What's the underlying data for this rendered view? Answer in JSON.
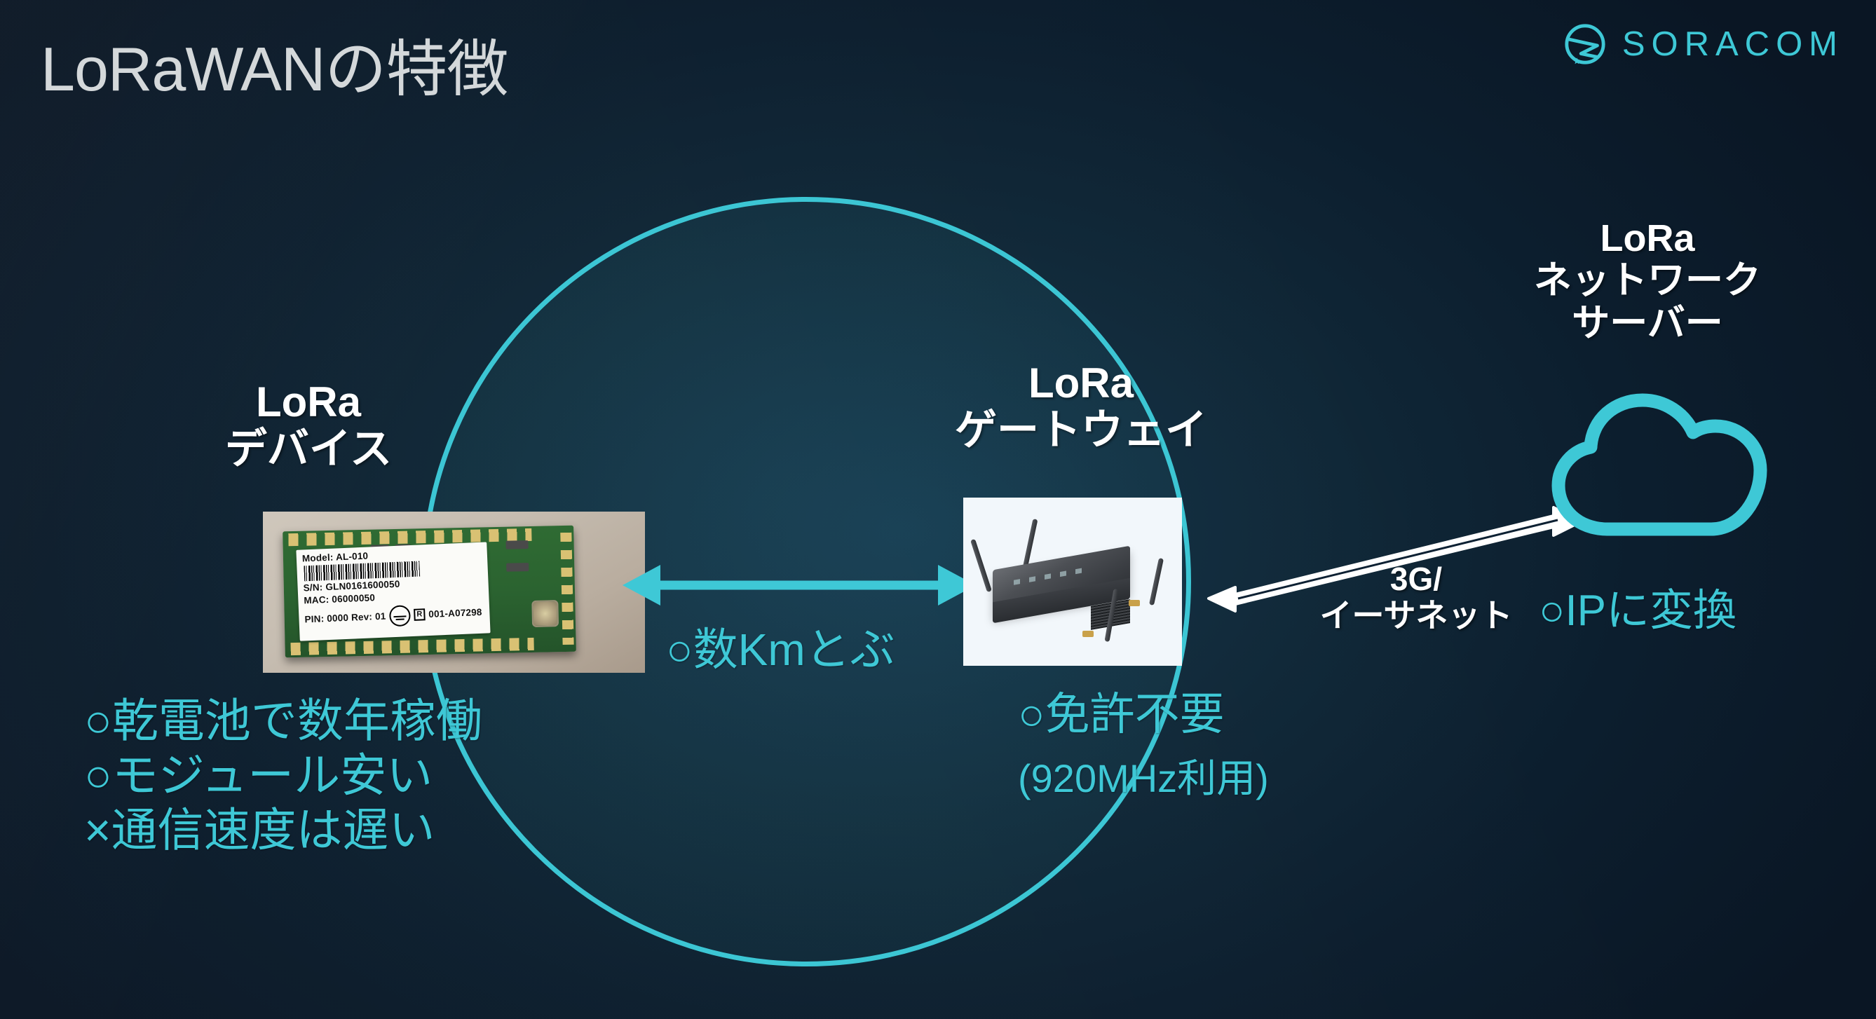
{
  "slide": {
    "title": "LoRaWANの特徴",
    "background_color": "#0c1e2e",
    "accent_color": "#3ec8d6"
  },
  "logo": {
    "name": "SORACOM",
    "mark": "soracom-logo-icon",
    "color": "#3ec8d6"
  },
  "diagram": {
    "coverage_circle": {
      "name": "lora-coverage-circle",
      "stroke_color": "#3cc6d4"
    },
    "nodes": [
      {
        "id": "device",
        "heading": "LoRa\nデバイス",
        "photo": {
          "name": "lora-device-module-photo",
          "label": {
            "model": "Model: AL-010",
            "serial": "S/N: GLN0161600050",
            "mac": "MAC: 06000050",
            "pin_rev": "PIN: 0000   Rev: 01",
            "cert_mark": "R",
            "cert_number": "001-A07298"
          }
        },
        "notes": "○乾電池で数年稼働\n○モジュール安い\n×通信速度は遅い"
      },
      {
        "id": "gateway",
        "heading": "LoRa\nゲートウェイ",
        "photo": {
          "name": "lora-gateway-router-photo"
        },
        "note": "○免許不要",
        "subnote": "(920MHz利用)"
      },
      {
        "id": "server",
        "heading": "LoRa\nネットワーク\nサーバー",
        "icon": "cloud-icon",
        "note": "○IPに変換"
      }
    ],
    "links": [
      {
        "id": "device-gateway",
        "icon": "double-headed-arrow-icon",
        "color": "#3ec8d6",
        "label": "○数Kmとぶ"
      },
      {
        "id": "gateway-cloud",
        "icon": "double-headed-arrow-outline-icon",
        "color": "#ffffff",
        "label": "3G/\nイーサネット"
      }
    ]
  }
}
